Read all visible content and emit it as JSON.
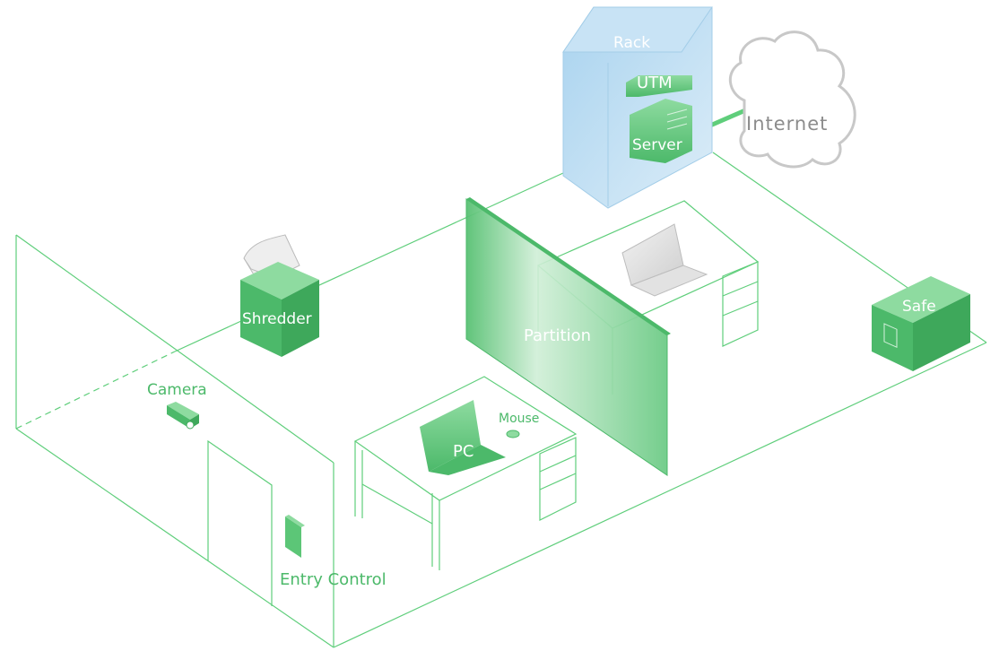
{
  "labels": {
    "rack": "Rack",
    "utm": "UTM",
    "server": "Server",
    "internet": "Internet",
    "shredder": "Shredder",
    "partition": "Partition",
    "safe": "Safe",
    "camera": "Camera",
    "mouse": "Mouse",
    "pc": "PC",
    "entry_control": "Entry Control"
  },
  "colors": {
    "line_green": "#5fce7b",
    "object_green": "#59c476",
    "label_green": "#4cb96a",
    "rack_blue": "#b9daf0",
    "cloud_gray": "#c8c8c8",
    "internet_gray": "#8c8c8c"
  },
  "icons": [
    "rack-cabinet-icon",
    "cloud-icon",
    "shredder-icon",
    "safe-icon",
    "camera-icon",
    "laptop-icon",
    "mouse-icon",
    "card-reader-icon",
    "desk-icon"
  ]
}
